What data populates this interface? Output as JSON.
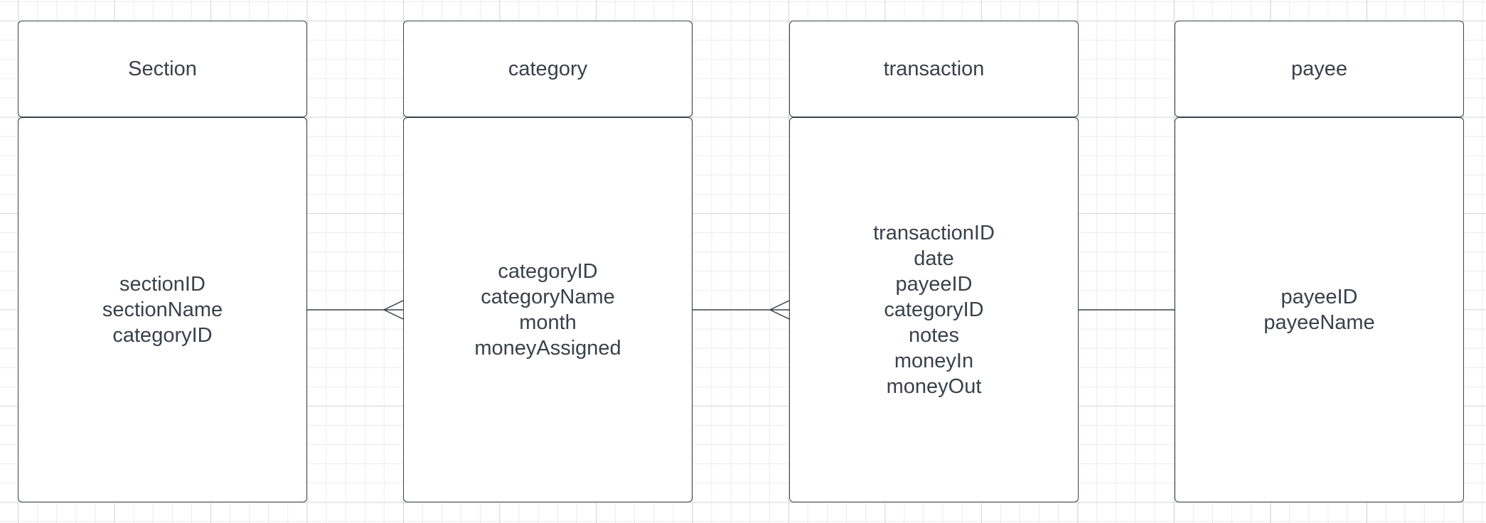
{
  "entities": [
    {
      "title": "Section",
      "fields": [
        "sectionID",
        "sectionName",
        "categoryID"
      ]
    },
    {
      "title": "category",
      "fields": [
        "categoryID",
        "categoryName",
        "month",
        "moneyAssigned"
      ]
    },
    {
      "title": "transaction",
      "fields": [
        "transactionID",
        "date",
        "payeeID",
        "categoryID",
        "notes",
        "moneyIn",
        "moneyOut"
      ]
    },
    {
      "title": "payee",
      "fields": [
        "payeeID",
        "payeeName"
      ]
    }
  ],
  "relationships": [
    {
      "from": "Section",
      "to": "category",
      "from_end": "one",
      "to_end": "many"
    },
    {
      "from": "category",
      "to": "transaction",
      "from_end": "one",
      "to_end": "many"
    },
    {
      "from": "transaction",
      "to": "payee",
      "from_end": "one",
      "to_end": "one"
    }
  ],
  "colors": {
    "line": "#3a414a",
    "text": "#3a414a",
    "grid": "#d6d6d6",
    "background": "#ffffff"
  }
}
